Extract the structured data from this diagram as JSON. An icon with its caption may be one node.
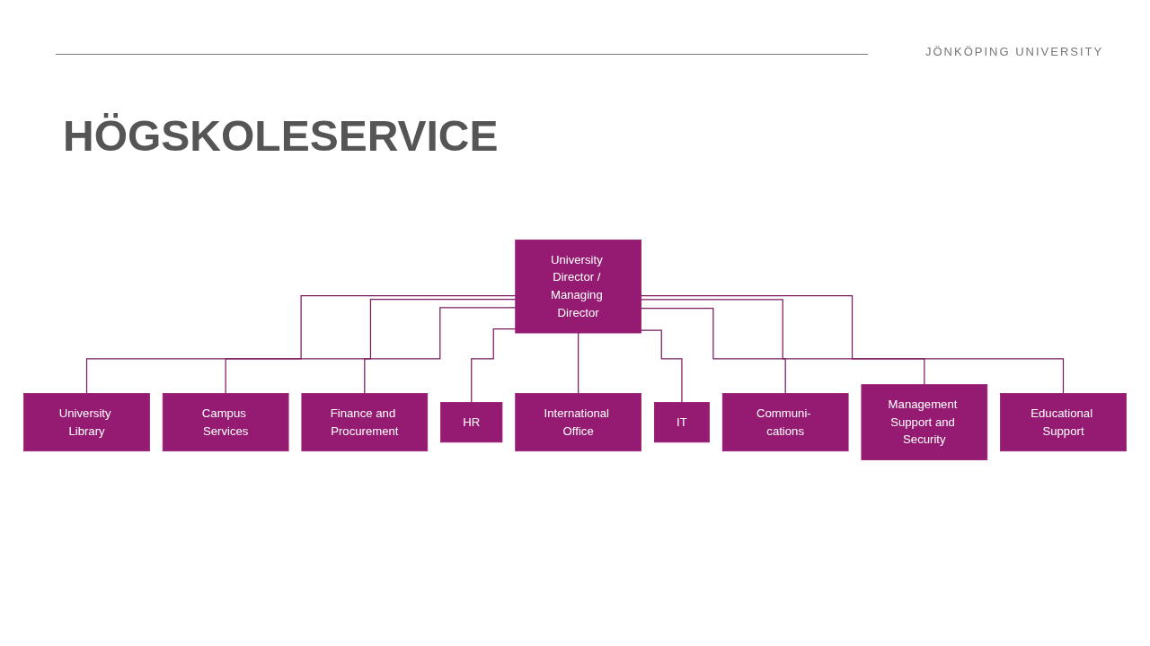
{
  "diagram": {
    "title": "HÖGSKOLESERVICE",
    "nodes": [
      {
        "text": [
          "University Director / Managing Director"
        ]
      },
      {
        "text": [
          "University Library"
        ]
      },
      {
        "text": [
          "Campus Services"
        ]
      },
      {
        "text": [
          "Finance and Procurement"
        ]
      },
      {
        "text": [
          "HR"
        ]
      },
      {
        "text": [
          "International Office"
        ]
      },
      {
        "text": [
          "IT"
        ]
      },
      {
        "text": [
          "Communi- cations"
        ]
      },
      {
        "text": [
          "Management Support and Security"
        ]
      },
      {
        "text": [
          "Educational Support"
        ]
      }
    ],
    "edges": [
      {
        "from": 0,
        "to": 1,
        "arrow": "none"
      },
      {
        "from": 0,
        "to": 2,
        "arrow": "none"
      },
      {
        "from": 0,
        "to": 3,
        "arrow": "none"
      },
      {
        "from": 0,
        "to": 4,
        "arrow": "none"
      },
      {
        "from": 0,
        "to": 5,
        "arrow": "none"
      },
      {
        "from": 0,
        "to": 6,
        "arrow": "none"
      },
      {
        "from": 0,
        "to": 7,
        "arrow": "none"
      },
      {
        "from": 0,
        "to": 8,
        "arrow": "none"
      },
      {
        "from": 0,
        "to": 9,
        "arrow": "none"
      }
    ],
    "labels": [
      "JÖNKÖPING UNIVERSITY"
    ]
  }
}
